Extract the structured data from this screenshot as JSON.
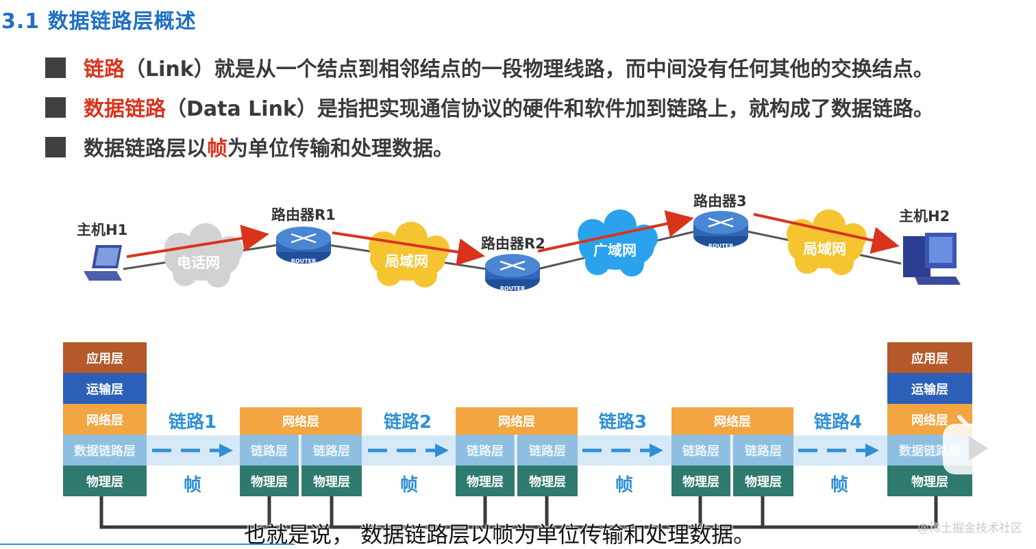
{
  "title": "3.1 数据链路层概述",
  "bullets": [
    {
      "term": "链路",
      "rest": "（Link）就是从一个结点到相邻结点的一段物理线路，而中间没有任何其他的交换结点。"
    },
    {
      "term": "数据链路",
      "rest": "（Data Link）是指把实现通信协议的硬件和软件加到链路上，就构成了数据链路。"
    },
    {
      "pre": "数据链路层以",
      "term": "帧",
      "rest": "为单位传输和处理数据。"
    }
  ],
  "network": {
    "host1": "主机H1",
    "host2": "主机H2",
    "router1": "路由器R1",
    "router2": "路由器R2",
    "router3": "路由器3",
    "router_badge": "ROUTER",
    "cloud_phone": "电话网",
    "cloud_lan1": "局域网",
    "cloud_wan": "广域网",
    "cloud_lan2": "局域网"
  },
  "stack": {
    "app": "应用层",
    "transport": "运输层",
    "network": "网络层",
    "datalink": "数据链路层",
    "datalink_short": "链路层",
    "physical": "物理层"
  },
  "links": [
    "链路1",
    "链路2",
    "链路3",
    "链路4"
  ],
  "frame_label": "帧",
  "subtitle": "也就是说，  数据链路层以帧为单位传输和处理数据。",
  "watermark": "@稀土掘金技术社区",
  "colors": {
    "title_blue": "#1f6fc5",
    "highlight_red": "#d9331c",
    "app_layer": "#b5592a",
    "transport_layer": "#2c5fb8",
    "network_layer": "#f2a541",
    "datalink_layer": "#8fbfe0",
    "physical_layer": "#2f7a6e",
    "path_arrow": "#d9331c"
  }
}
